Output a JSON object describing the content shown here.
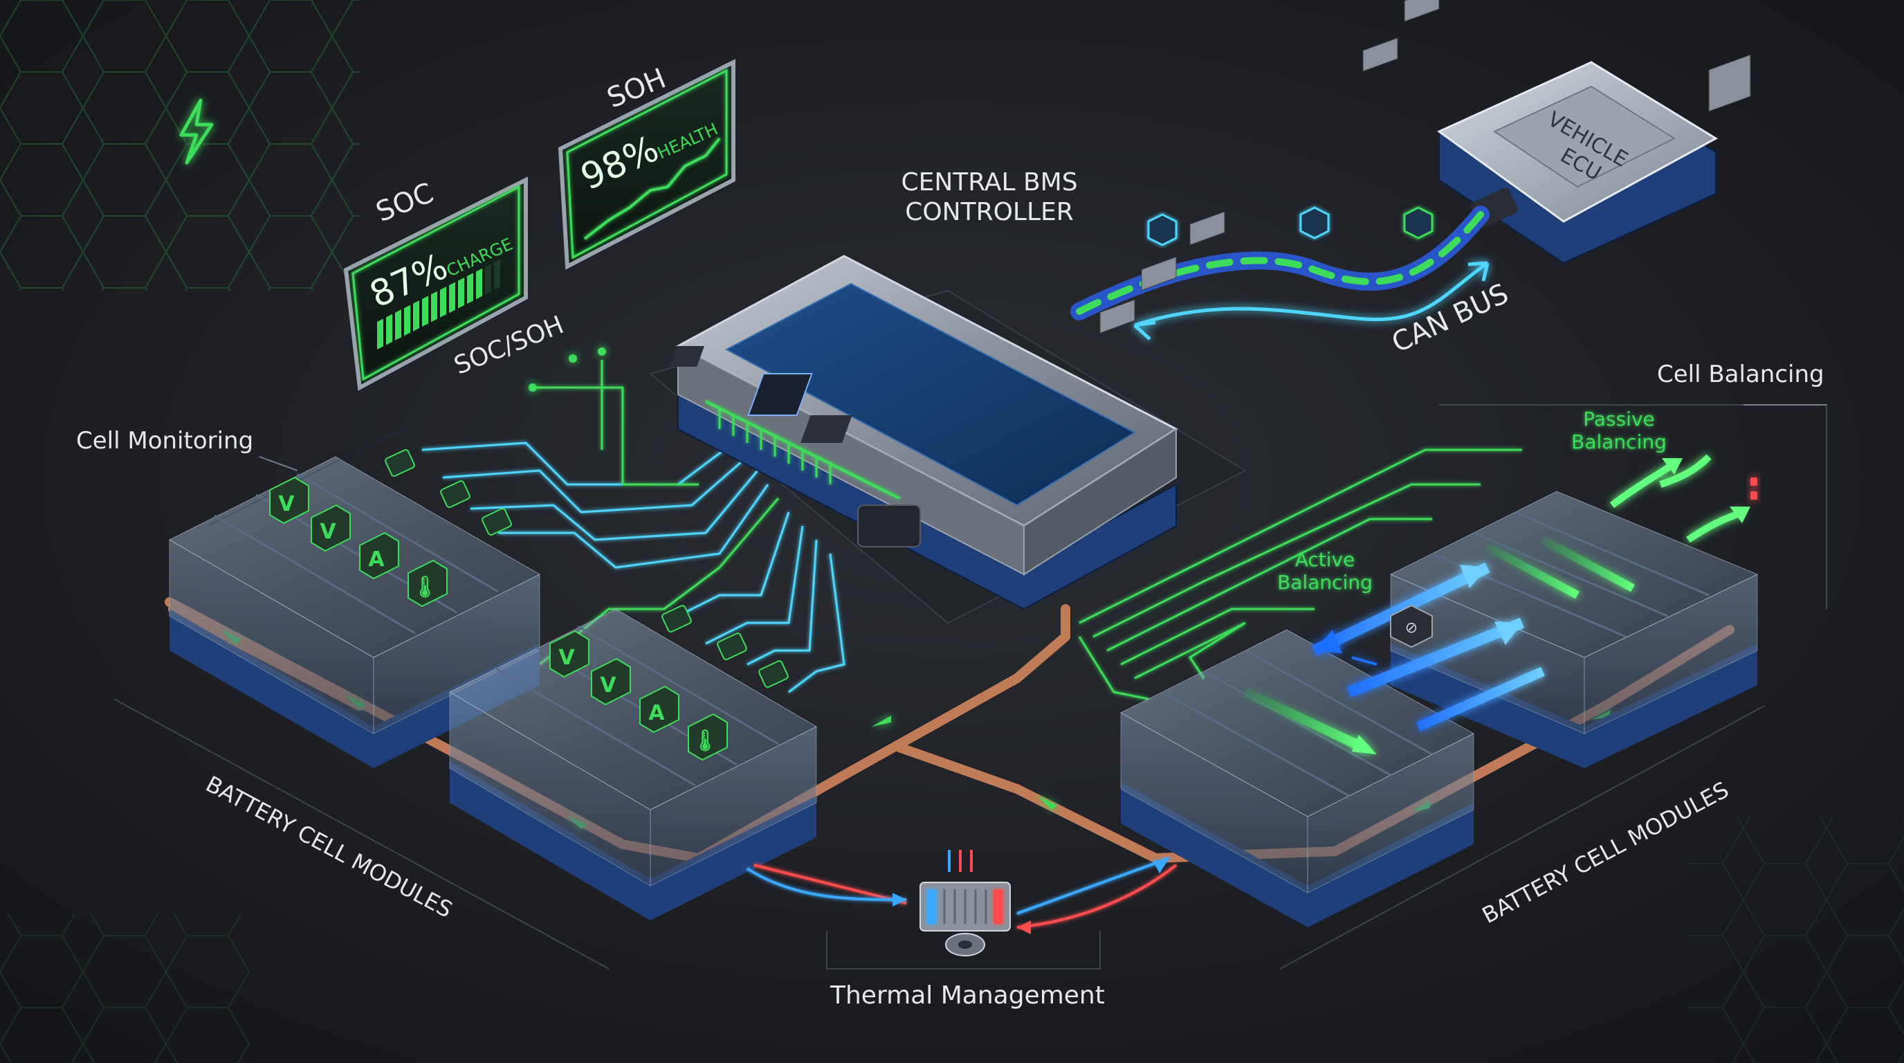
{
  "labels": {
    "central_controller": [
      "CENTRAL BMS",
      "CONTROLLER"
    ],
    "vehicle_ecu": [
      "VEHICLE",
      "ECU"
    ],
    "can_bus": "CAN BUS",
    "soc_title": "SOC",
    "soh_title": "SOH",
    "soc_soh": "SOC/SOH",
    "cell_monitoring": "Cell Monitoring",
    "cell_balancing": "Cell Balancing",
    "passive_balancing": [
      "Passive",
      "Balancing"
    ],
    "active_balancing": [
      "Active",
      "Balancing"
    ],
    "thermal_management": "Thermal Management",
    "battery_modules_left": "BATTERY CELL MODULES",
    "battery_modules_right": "BATTERY CELL MODULES"
  },
  "gauges": {
    "soc": {
      "value": "87%",
      "caption": "CHARGE",
      "level": 0.87
    },
    "soh": {
      "value": "98%",
      "caption": "HEALTH",
      "level": 0.98
    }
  },
  "module_badges": [
    "V",
    "V",
    "A",
    "thermometer"
  ],
  "colors": {
    "background": "#1c1e22",
    "accent_green": "#3ddc5a",
    "signal_cyan": "#4fd6ff",
    "copper": "#c9805a",
    "module_base": "#1f3f7a",
    "hot_red": "#ff4d4d",
    "cool_blue": "#3aa8ff"
  },
  "icons": [
    "lightning-icon",
    "voltage-icon",
    "current-icon",
    "thermometer-icon",
    "heatsink-icon",
    "fan-icon"
  ]
}
